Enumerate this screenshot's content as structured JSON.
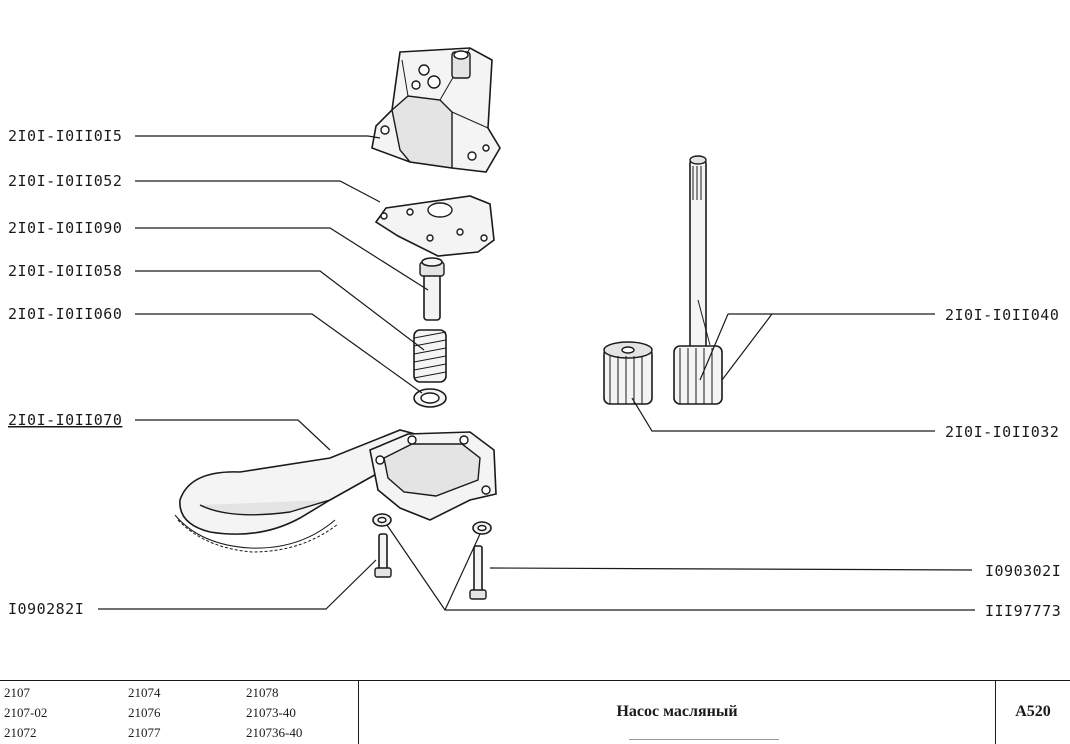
{
  "part_labels": {
    "housing": "2I0I-I0II0I5",
    "gasket": "2I0I-I0II052",
    "valve": "2I0I-I0II090",
    "spring": "2I0I-I0II058",
    "washer": "2I0I-I0II060",
    "pipe": "2I0I-I0II070",
    "drive_gear": "2I0I-I0II040",
    "driven_gear": "2I0I-I0II032",
    "bolt_right": "I090302I",
    "lock_washer": "III97773",
    "bolt_left": "I090282I"
  },
  "footer": {
    "models": [
      [
        "2107",
        "2107-02",
        "21072"
      ],
      [
        "21074",
        "21076",
        "21077"
      ],
      [
        "21078",
        "21073-40",
        "210736-40"
      ]
    ],
    "title": "Насос масляный",
    "code": "A520"
  }
}
